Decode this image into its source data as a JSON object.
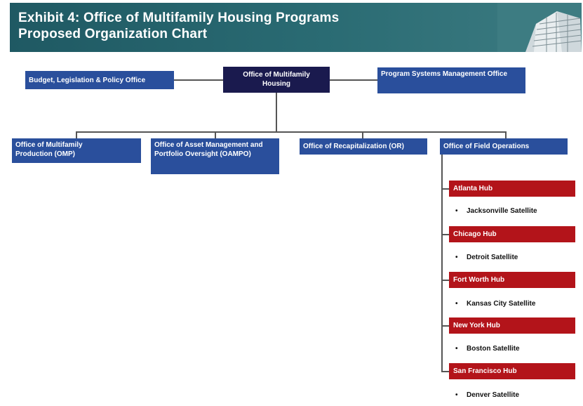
{
  "header": {
    "title_line1": "Exhibit 4: Office of Multifamily Housing Programs",
    "title_line2": "Proposed Organization Chart"
  },
  "top_row": {
    "budget_office": "Budget, Legislation & Policy Office",
    "multifamily_housing": "Office of Multifamily Housing",
    "program_systems": "Program Systems Management Office"
  },
  "second_row": {
    "omp": "Office of Multifamily Production (OMP)",
    "oampo": "Office of Asset Management and Portfolio Oversight (OAMPO)",
    "recap": "Office of Recapitalization (OR)",
    "field_ops": "Office of Field Operations"
  },
  "hubs": [
    {
      "hub": "Atlanta Hub",
      "satellite": "Jacksonville Satellite"
    },
    {
      "hub": "Chicago Hub",
      "satellite": "Detroit Satellite"
    },
    {
      "hub": "Fort Worth Hub",
      "satellite": "Kansas City Satellite"
    },
    {
      "hub": "New York Hub",
      "satellite": "Boston Satellite"
    },
    {
      "hub": "San Francisco Hub",
      "satellite": "Denver Satellite"
    }
  ],
  "bullet_glyph": "•",
  "colors": {
    "header_teal": "#1f5963",
    "box_blue": "#2a4f9c",
    "box_navy": "#1a1a4e",
    "hub_red": "#b3141a"
  }
}
